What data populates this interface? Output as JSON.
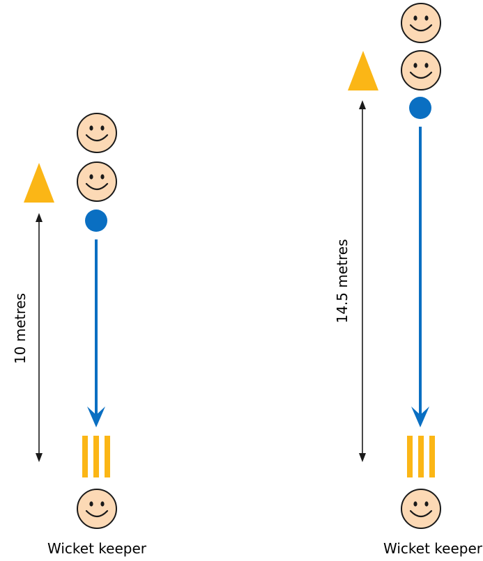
{
  "colors": {
    "face_fill": "#fcd9b5",
    "face_stroke": "#1a1a1a",
    "cone": "#fbb616",
    "ball": "#0a6fc2",
    "arrow": "#0a6fc2",
    "stumps": "#fbb616",
    "measure": "#1a1a1a"
  },
  "left_setup": {
    "distance_label": "10 metres",
    "keeper_label": "Wicket keeper"
  },
  "right_setup": {
    "distance_label": "14.5 metres",
    "keeper_label": "Wicket keeper"
  }
}
